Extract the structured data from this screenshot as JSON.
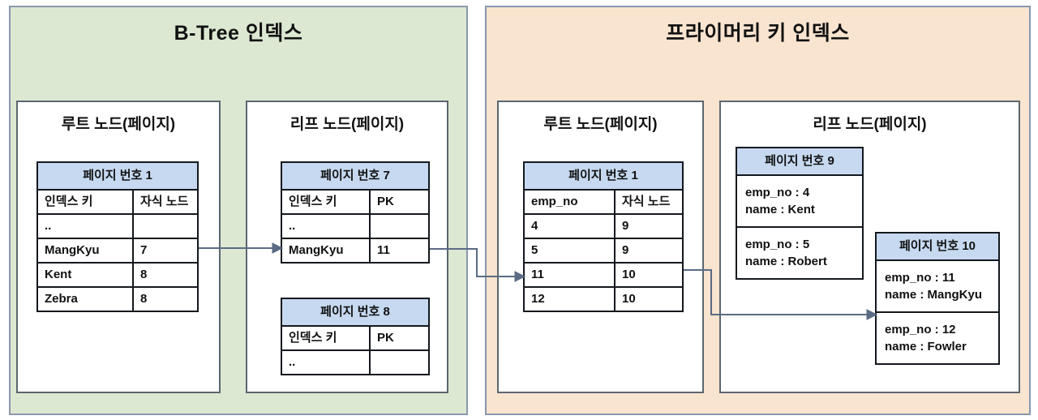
{
  "colors": {
    "panel_green": "#dce8d1",
    "panel_orange": "#f9e4d0",
    "table_header_blue": "#c6d9f0",
    "arrow": "#5b6b85"
  },
  "btree": {
    "title": "B-Tree 인덱스",
    "root_node": {
      "label": "루트 노드(페이지)",
      "table": {
        "header": "페이지 번호 1",
        "columns": [
          "인덱스 키",
          "자식 노드"
        ],
        "rows": [
          {
            "key": "..",
            "value": ""
          },
          {
            "key": "MangKyu",
            "value": "7"
          },
          {
            "key": "Kent",
            "value": "8"
          },
          {
            "key": "Zebra",
            "value": "8"
          }
        ]
      }
    },
    "leaf_node": {
      "label": "리프 노드(페이지)",
      "tables": [
        {
          "header": "페이지 번호 7",
          "columns": [
            "인덱스 키",
            "PK"
          ],
          "rows": [
            {
              "key": "..",
              "value": ""
            },
            {
              "key": "MangKyu",
              "value": "11"
            }
          ]
        },
        {
          "header": "페이지 번호 8",
          "columns": [
            "인덱스 키",
            "PK"
          ],
          "rows": [
            {
              "key": "..",
              "value": ""
            }
          ]
        }
      ]
    }
  },
  "pk_index": {
    "title": "프라이머리 키 인덱스",
    "root_node": {
      "label": "루트 노드(페이지)",
      "table": {
        "header": "페이지 번호 1",
        "columns": [
          "emp_no",
          "자식 노드"
        ],
        "rows": [
          {
            "key": "4",
            "value": "9"
          },
          {
            "key": "5",
            "value": "9"
          },
          {
            "key": "11",
            "value": "10"
          },
          {
            "key": "12",
            "value": "10"
          }
        ]
      }
    },
    "leaf_node": {
      "label": "리프 노드(페이지)",
      "pages": [
        {
          "header": "페이지 번호 9",
          "records": [
            {
              "line1": "emp_no : 4",
              "line2": "name : Kent"
            },
            {
              "line1": "emp_no : 5",
              "line2": "name : Robert"
            }
          ]
        },
        {
          "header": "페이지 번호 10",
          "records": [
            {
              "line1": "emp_no : 11",
              "line2": "name : MangKyu"
            },
            {
              "line1": "emp_no : 12",
              "line2": "name : Fowler"
            }
          ]
        }
      ]
    }
  }
}
